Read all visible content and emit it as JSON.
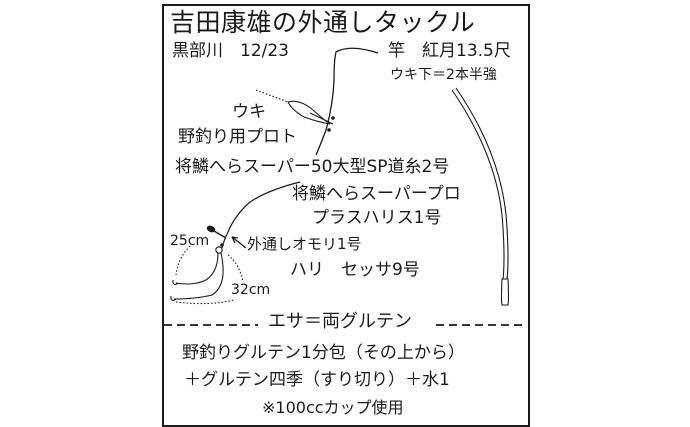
{
  "title": "吉田康雄の外通しタックル",
  "location_date": "黒部川　12/23",
  "rod": {
    "label": "竿　紅月13.5尺",
    "float_depth": "ウキ下＝2本半強"
  },
  "float": {
    "label": "ウキ",
    "name": "野釣り用プロト"
  },
  "main_line": "将鱗へらスーパー50大型SP道糸2号",
  "leader": {
    "line1": "将鱗へらスーパープロ",
    "line2": "プラスハリス1号"
  },
  "sinker": "外通しオモリ1号",
  "hook": "ハリ　セッサ9号",
  "leader_lengths": {
    "upper": "25cm",
    "lower": "32cm"
  },
  "bait": {
    "header": "エサ＝両グルテン",
    "recipe_line1": "野釣りグルテン1分包（その上から）",
    "recipe_line2": "＋グルテン四季（すり切り）＋水1",
    "note": "※100ccカップ使用"
  },
  "colors": {
    "ink": "#1a1a1a",
    "background": "#ffffff"
  }
}
